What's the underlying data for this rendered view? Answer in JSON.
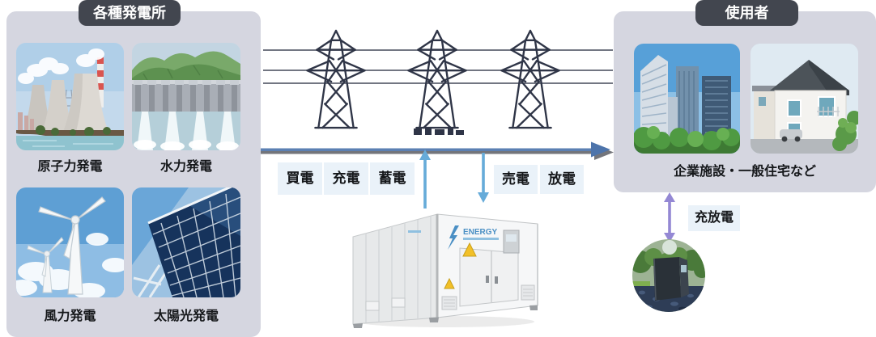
{
  "diagram_title": "electricity-supply-storage-flow-diagram",
  "plants_panel": {
    "badge": "各種発電所",
    "items": [
      {
        "label": "原子力発電",
        "photo": "nuclear-plant-photo"
      },
      {
        "label": "水力発電",
        "photo": "hydro-dam-photo"
      },
      {
        "label": "風力発電",
        "photo": "wind-turbine-photo"
      },
      {
        "label": "太陽光発電",
        "photo": "solar-panel-photo"
      }
    ]
  },
  "users_panel": {
    "badge": "使用者",
    "caption": "企業施設・一般住宅など",
    "photos": [
      "office-buildings-photo",
      "house-photo"
    ]
  },
  "flow": {
    "buy": "買電",
    "charge": "充電",
    "store": "蓄電",
    "sell": "売電",
    "discharge": "放電",
    "charge_discharge": "充放電"
  },
  "battery": {
    "brand": "ENERGY"
  },
  "colors": {
    "background": "#ffffff",
    "panel_bg": "#d5d6e0",
    "badge_bg": "#42464f",
    "badge_text": "#ffffff",
    "flow_label_bg": "#eaf2f9",
    "flow_arrow_blue": "#66abd9",
    "grid_line_blue": "#5c80b3",
    "grid_line_gray": "#73757b",
    "charge_purple": "#9488d4",
    "pylon_navy": "#2f3547"
  }
}
